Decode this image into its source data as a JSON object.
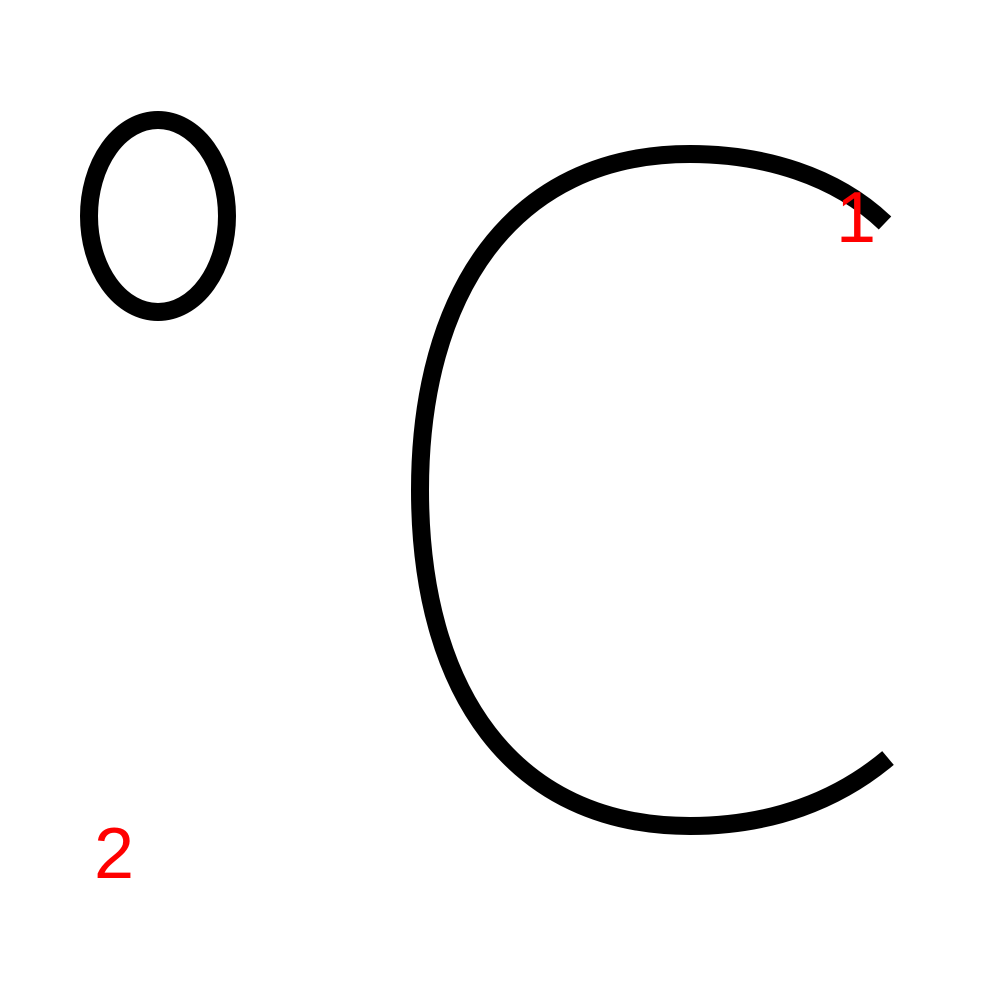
{
  "glyph": {
    "degree_symbol": "°",
    "letter": "C"
  },
  "stroke_order": {
    "labels": [
      "1",
      "2"
    ]
  },
  "colors": {
    "stroke": "#000000",
    "label": "#ff0000",
    "background": "#ffffff"
  }
}
